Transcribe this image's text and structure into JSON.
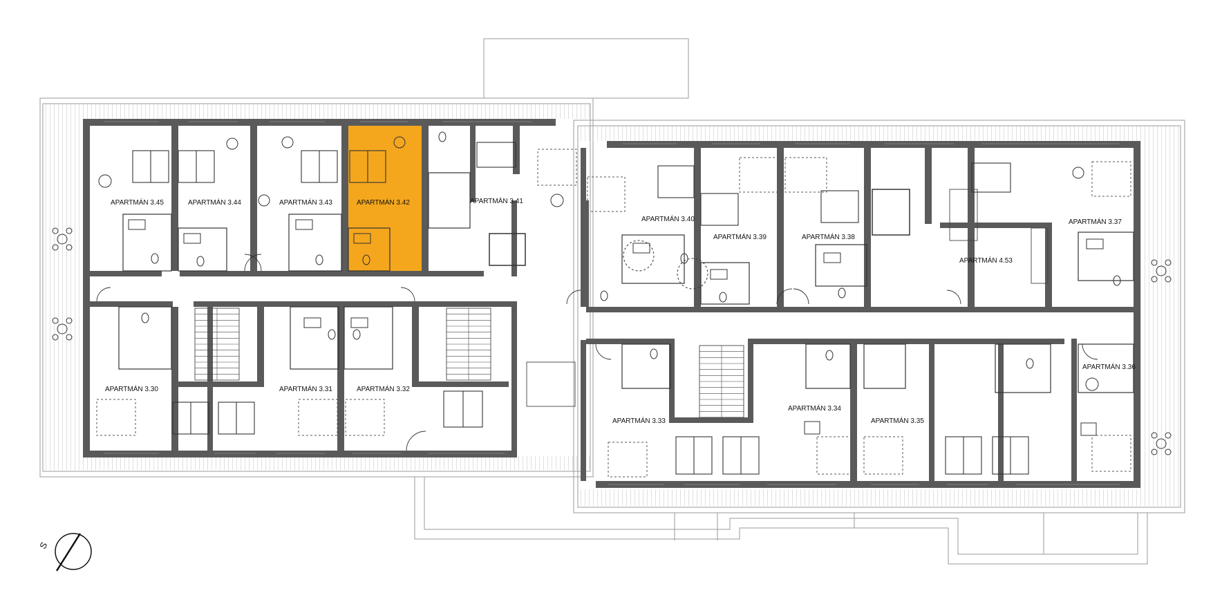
{
  "colors": {
    "wall": "#5a5a5a",
    "thin": "#9a9a9a",
    "highlight": "#f4a71d",
    "fixture": "#333333",
    "background": "#ffffff"
  },
  "highlighted_unit": "APARTMÁN 3.42",
  "apartments": [
    {
      "id": "apt-3-45",
      "label": "APARTMÁN 3.45"
    },
    {
      "id": "apt-3-44",
      "label": "APARTMÁN 3.44"
    },
    {
      "id": "apt-3-43",
      "label": "APARTMÁN 3.43"
    },
    {
      "id": "apt-3-42",
      "label": "APARTMÁN 3.42"
    },
    {
      "id": "apt-3-41",
      "label": "APARTMÁN 3.41"
    },
    {
      "id": "apt-3-40",
      "label": "APARTMÁN 3.40"
    },
    {
      "id": "apt-3-39",
      "label": "APARTMÁN 3.39"
    },
    {
      "id": "apt-3-38",
      "label": "APARTMÁN 3.38"
    },
    {
      "id": "apt-4-53",
      "label": "APARTMÁN 4.53"
    },
    {
      "id": "apt-3-37",
      "label": "APARTMÁN 3.37"
    },
    {
      "id": "apt-3-30",
      "label": "APARTMÁN 3.30"
    },
    {
      "id": "apt-3-31",
      "label": "APARTMÁN 3.31"
    },
    {
      "id": "apt-3-32",
      "label": "APARTMÁN 3.32"
    },
    {
      "id": "apt-3-33",
      "label": "APARTMÁN 3.33"
    },
    {
      "id": "apt-3-34",
      "label": "APARTMÁN 3.34"
    },
    {
      "id": "apt-3-35",
      "label": "APARTMÁN 3.35"
    },
    {
      "id": "apt-3-36",
      "label": "APARTMÁN 3.36"
    }
  ],
  "compass": {
    "label": "S"
  }
}
